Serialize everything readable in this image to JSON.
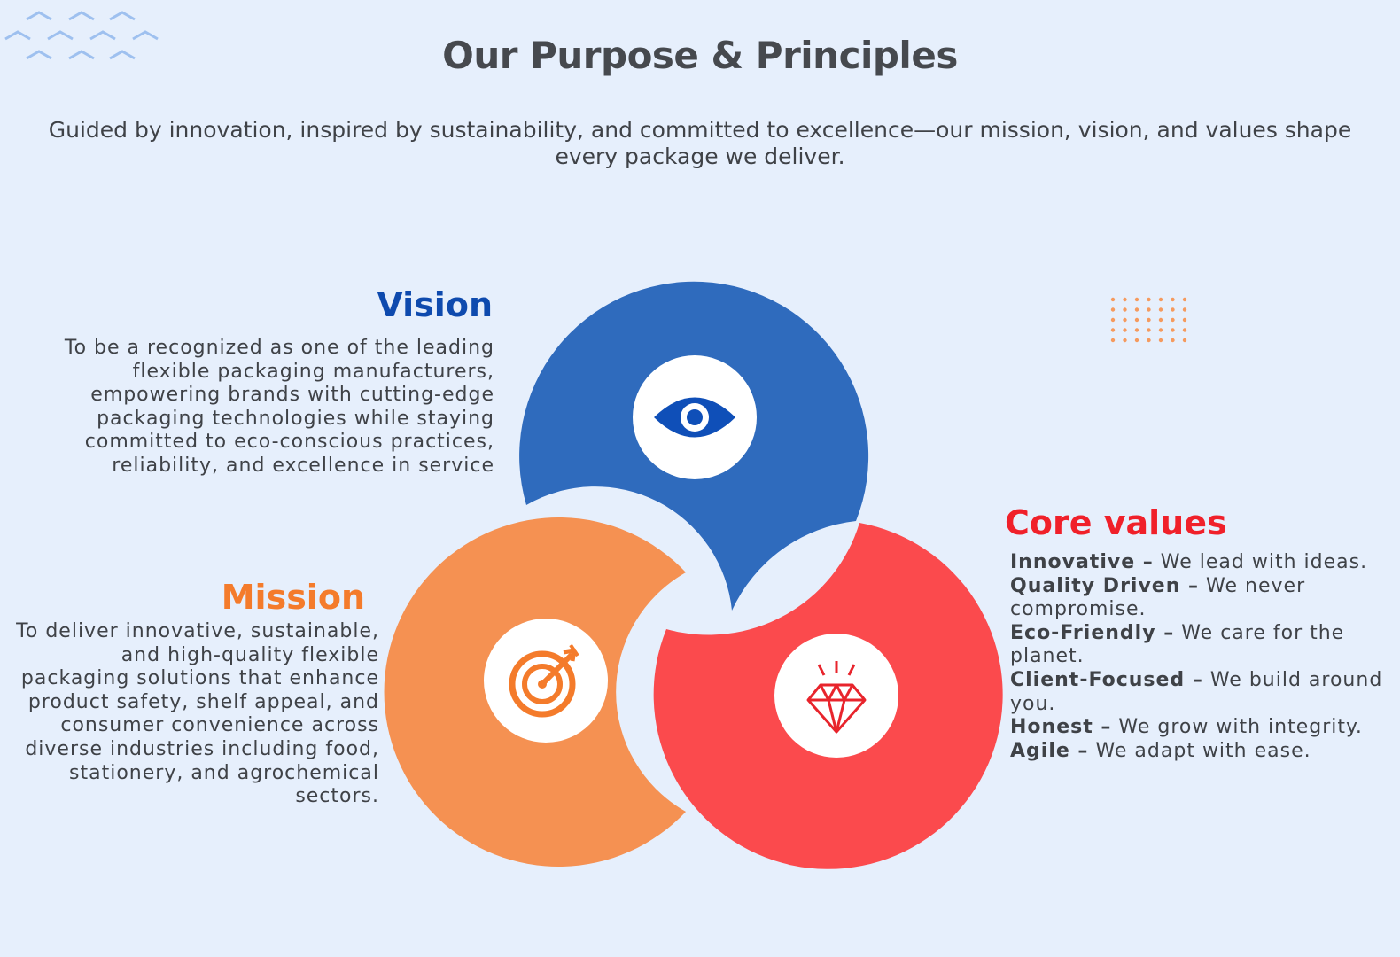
{
  "header": {
    "title": "Our Purpose & Principles",
    "subtitle": "Guided by innovation, inspired by sustainability, and committed to excellence—our mission, vision, and values shape every package we deliver."
  },
  "vision": {
    "heading": "Vision",
    "text": "To be a recognized as one of the leading flexible packaging manufacturers, empowering brands with cutting-edge packaging technologies while staying committed to eco-conscious practices, reliability, and excellence in service",
    "icon": "eye-icon",
    "color": "#2f6bbd",
    "heading_color": "#0e4aae"
  },
  "mission": {
    "heading": "Mission",
    "text": "To deliver innovative, sustainable, and high-quality flexible packaging solutions that enhance product safety, shelf appeal, and consumer convenience across diverse industries including food, stationery, and agrochemical sectors.",
    "icon": "target-icon",
    "color": "#f59152",
    "heading_color": "#f47b2b"
  },
  "core_values": {
    "heading": "Core values",
    "icon": "diamond-icon",
    "color": "#fb4a4d",
    "heading_color": "#f0202a",
    "items": [
      {
        "name": "Innovative –",
        "desc": "We lead with ideas."
      },
      {
        "name": "Quality Driven –",
        "desc": "We never compromise."
      },
      {
        "name": "Eco-Friendly –",
        "desc": "We care for the planet."
      },
      {
        "name": "Client-Focused –",
        "desc": "We build around you."
      },
      {
        "name": "Honest –",
        "desc": "We grow with integrity."
      },
      {
        "name": "Agile –",
        "desc": "We adapt with ease."
      }
    ]
  },
  "decor": {
    "chevron_color": "#9ec0ef",
    "dot_color": "#f59a5e"
  }
}
